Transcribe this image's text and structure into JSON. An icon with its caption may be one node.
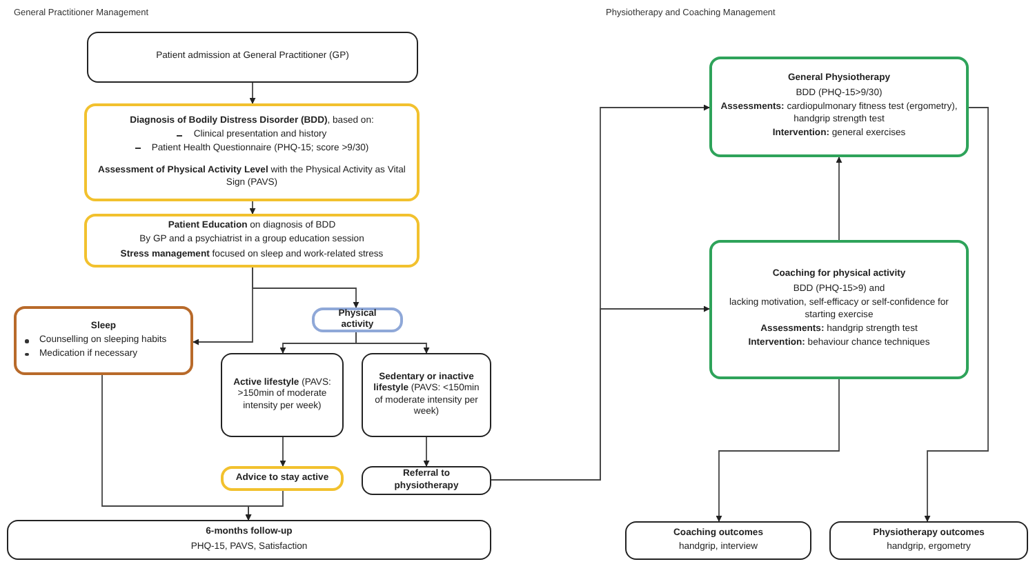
{
  "diagram": {
    "nodes": [
      {
        "text": [
          "Patient admission at General Practitioner (GP)"
        ]
      },
      {
        "text": [
          "**Diagnosis of Bodily Distress Disorder (BDD)**, based on:",
          "Clinical presentation and history",
          "Patient Health Questionnaire (PHQ-15; score >9/30)",
          "**Assessment of Physical Activity Level** with the Physical Activity as Vital Sign (PAVS)"
        ]
      },
      {
        "text": [
          "**Patient Education** on diagnosis of BDD",
          "By GP and a psychiatrist in a group education session",
          "**Stress management** focused on sleep and work-related stress"
        ]
      },
      {
        "text": [
          "Sleep",
          "Counselling on sleeping habits",
          "Medication if necessary"
        ]
      },
      {
        "text": [
          "Physical activity"
        ]
      },
      {
        "text": [
          "**Active lifestyle** (PAVS: >150min of moderate intensity per week)"
        ]
      },
      {
        "text": [
          "**Sedentary or inactive lifestyle** (PAVS: <150min of moderate intensity per week)"
        ]
      },
      {
        "text": [
          "Advice to stay active"
        ]
      },
      {
        "text": [
          "Referral to physiotherapy"
        ]
      },
      {
        "text": [
          "6-months follow-up",
          "PHQ-15, PAVS, Satisfaction"
        ]
      },
      {
        "text": [
          "General Physiotherapy",
          "BDD (PHQ-15>9/30)",
          "**Assessments:** cardiopulmonary fitness test (ergometry), handgrip strength test",
          "**Intervention:** general exercises"
        ]
      },
      {
        "text": [
          "Coaching for physical activity",
          "BDD (PHQ-15>9) and",
          "lacking motivation, self-efficacy or self-confidence for starting exercise",
          "**Assessments:** handgrip strength test",
          "**Intervention:** behaviour chance techniques"
        ]
      },
      {
        "text": [
          "Coaching outcomes",
          "handgrip, interview"
        ]
      },
      {
        "text": [
          "Physiotherapy outcomes",
          "handgrip, ergometry"
        ]
      }
    ],
    "edges": [
      {
        "from": 0,
        "to": 1,
        "arrow": "to"
      },
      {
        "from": 1,
        "to": 2,
        "arrow": "to"
      },
      {
        "from": 2,
        "to": 3,
        "arrow": "to"
      },
      {
        "from": 2,
        "to": 4,
        "arrow": "to"
      },
      {
        "from": 4,
        "to": 5,
        "arrow": "to"
      },
      {
        "from": 4,
        "to": 6,
        "arrow": "to"
      },
      {
        "from": 5,
        "to": 7,
        "arrow": "to"
      },
      {
        "from": 6,
        "to": 8,
        "arrow": "to"
      },
      {
        "from": 3,
        "to": 9,
        "arrow": "to"
      },
      {
        "from": 7,
        "to": 9,
        "arrow": "to"
      },
      {
        "from": 8,
        "to": 10,
        "arrow": "to"
      },
      {
        "from": 8,
        "to": 11,
        "arrow": "to"
      },
      {
        "from": 11,
        "to": 10,
        "arrow": "to"
      },
      {
        "from": 11,
        "to": 12,
        "arrow": "to"
      },
      {
        "from": 10,
        "to": 13,
        "arrow": "to"
      }
    ],
    "labels": [
      "General Practitioner Management",
      "Physiotherapy and Coaching Management"
    ]
  }
}
